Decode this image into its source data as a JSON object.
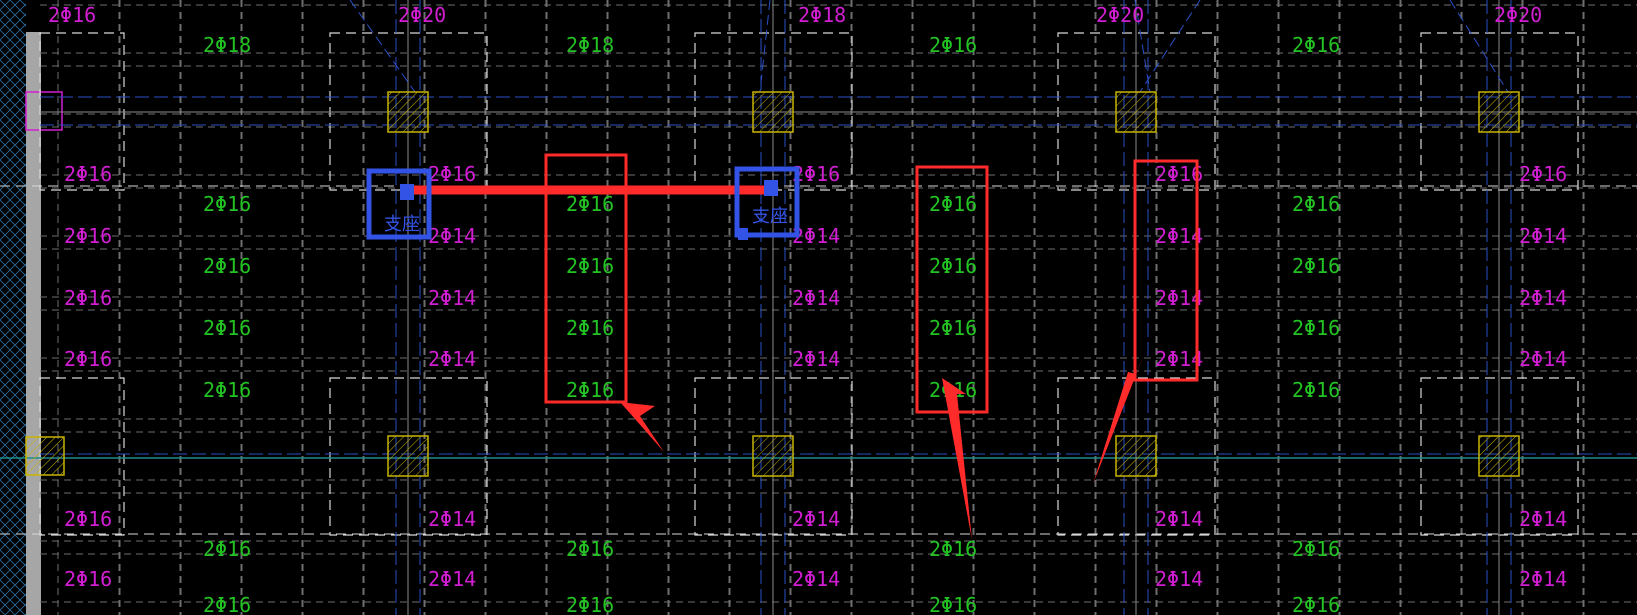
{
  "drawing": {
    "support_label": "支座",
    "rebar": {
      "d16": "2Φ16",
      "d14": "2Φ14",
      "d18": "2Φ18",
      "d20": "2Φ20"
    }
  },
  "colors": {
    "background": "#000000",
    "green_text": "#22c322",
    "magenta_text": "#d21ed2",
    "grid_dashed": "#6e6e6e",
    "white_dashed": "#d8d8d8",
    "axis_teal": "#1f8a8a",
    "axis_blue": "#2a4fc8",
    "column_yellow": "#c8b400",
    "annotation_red": "#ff2a2a",
    "annotation_blue": "#3352e6",
    "wall_gray": "#a6a6a6"
  }
}
